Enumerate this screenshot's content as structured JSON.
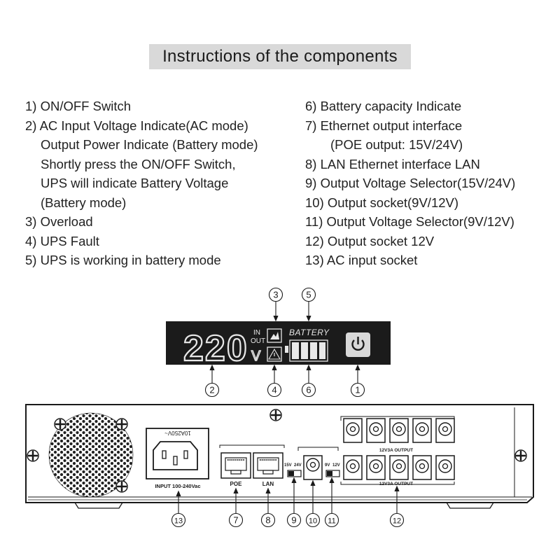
{
  "title": "Instructions of the components",
  "left_items": [
    "1) ON/OFF Switch",
    "2) AC Input Voltage Indicate(AC mode)",
    "Output Power Indicate (Battery mode)",
    "Shortly press the ON/OFF Switch,",
    "UPS will indicate Battery Voltage",
    "(Battery mode)",
    "3) Overload",
    "4) UPS Fault",
    "5) UPS is working in battery mode"
  ],
  "right_items": [
    "6) Battery capacity Indicate",
    "7) Ethernet output interface",
    "(POE output: 15V/24V)",
    "8) LAN Ethernet interface LAN",
    "9) Output Voltage Selector(15V/24V)",
    "10) Output socket(9V/12V)",
    "11) Output Voltage Selector(9V/12V)",
    "12) Output socket 12V",
    "13) AC input socket"
  ],
  "display": {
    "digits": "220",
    "unit": "V",
    "in_label": "IN",
    "out_label": "OUT",
    "battery_label": "BATTERY"
  },
  "device": {
    "ac_rating": "10A250V~",
    "input_label": "INPUT 100-240Vac",
    "poe_label": "POE",
    "lan_label": "LAN",
    "sel_a_15": "15V",
    "sel_a_24": "24V",
    "sel_b_9": "9V",
    "sel_b_12": "12V",
    "output_label_top": "12V3A OUTPUT",
    "output_label_bottom": "12V3A OUTPUT"
  },
  "callouts": [
    "1",
    "2",
    "3",
    "4",
    "5",
    "6",
    "7",
    "8",
    "9",
    "10",
    "11",
    "12",
    "13"
  ],
  "colors": {
    "panel": "#1b1b1b",
    "title_bg": "#d9d9d9",
    "line": "#1a1a1a"
  }
}
